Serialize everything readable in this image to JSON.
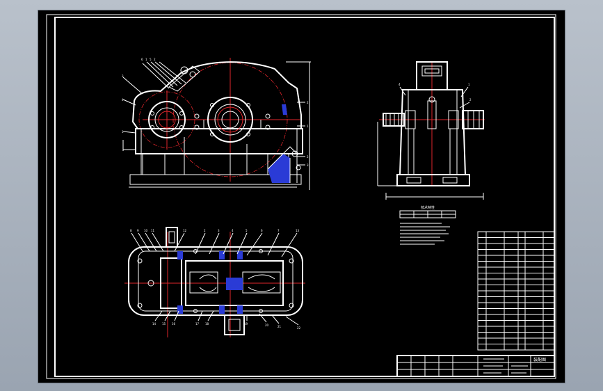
{
  "app": {
    "background": "#000000",
    "line_color": "#ffffff",
    "center_line_color": "#e0262b",
    "section_fill": "#2a3bd6"
  },
  "front_view": {
    "leader_labels": [
      "6",
      "1",
      "5",
      "2",
      "3",
      "4",
      "1",
      "2",
      "1",
      "2",
      "3"
    ]
  },
  "side_view": {
    "leader_labels": [
      "4",
      "1",
      "2"
    ]
  },
  "top_view": {
    "leader_labels": [
      "8",
      "9",
      "10",
      "11",
      "12",
      "2",
      "3",
      "4",
      "5",
      "6",
      "7",
      "13",
      "14",
      "15",
      "16",
      "17",
      "18",
      "19",
      "20",
      "21",
      "22"
    ]
  },
  "tech_table": {
    "title": "技术特性"
  },
  "title_block": {
    "sheet_label": "装配图"
  }
}
